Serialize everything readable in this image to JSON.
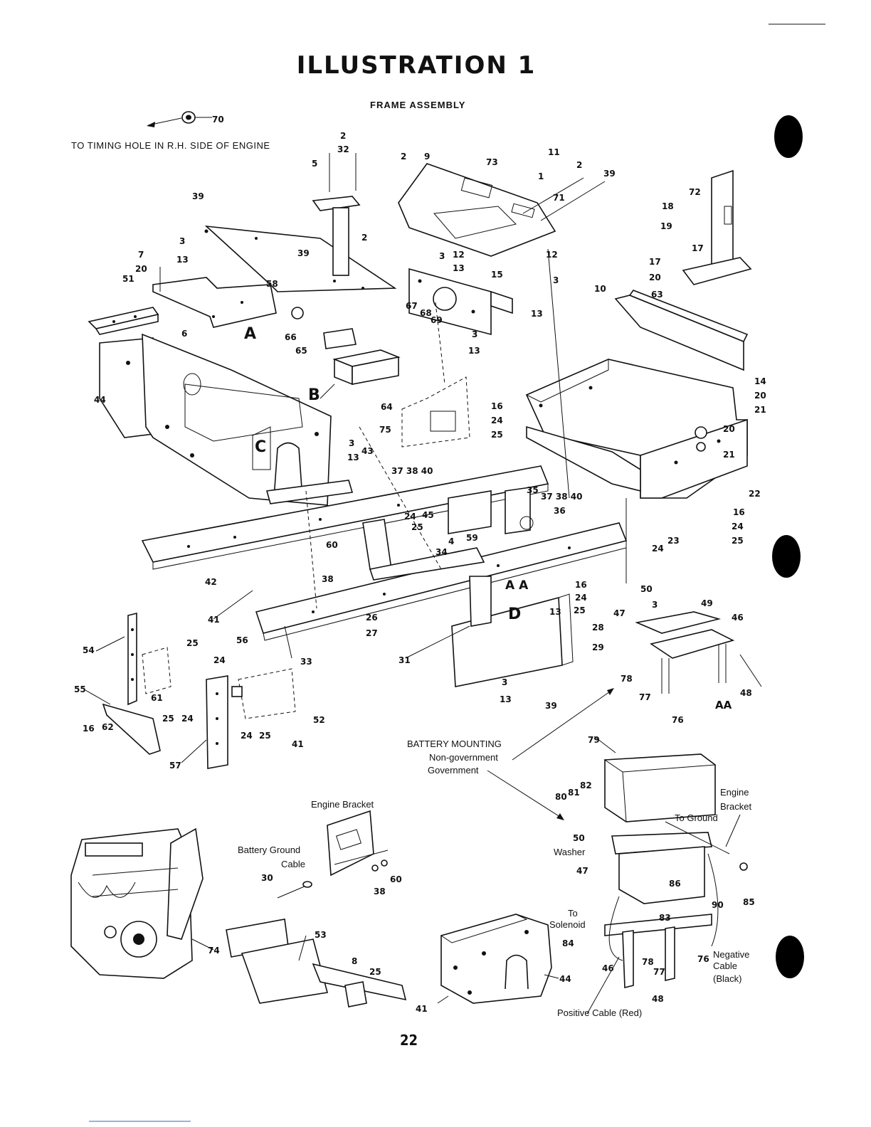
{
  "header": {
    "title": "ILLUSTRATION  1",
    "subtitle": "FRAME ASSEMBLY"
  },
  "notes": {
    "timing_hole": "TO TIMING HOLE IN R.H. SIDE OF ENGINE",
    "battery_mounting": "BATTERY MOUNTING",
    "non_government": "Non-government",
    "government": "Government",
    "engine_bracket_left": "Engine Bracket",
    "battery_ground_cable_1": "Battery Ground",
    "battery_ground_cable_2": "Cable",
    "engine_bracket_right_1": "Engine",
    "engine_bracket_right_2": "Bracket",
    "to_ground": "To Ground",
    "washer": "Washer",
    "to_solenoid_1": "To",
    "to_solenoid_2": "Solenoid",
    "negative_cable_1": "Negative",
    "negative_cable_2": "Cable",
    "negative_cable_3": "(Black)",
    "positive_cable": "Positive Cable (Red)"
  },
  "page_number": "22",
  "callouts": [
    "70",
    "2",
    "32",
    "5",
    "39",
    "3",
    "13",
    "7",
    "20",
    "51",
    "58",
    "2",
    "39",
    "6",
    "A",
    "66",
    "65",
    "2",
    "9",
    "73",
    "11",
    "1",
    "2",
    "39",
    "71",
    "3",
    "12",
    "13",
    "15",
    "12",
    "3",
    "13",
    "67",
    "68",
    "69",
    "3",
    "13",
    "72",
    "18",
    "19",
    "17",
    "17",
    "20",
    "63",
    "10",
    "44",
    "B",
    "C",
    "3",
    "13",
    "43",
    "64",
    "75",
    "16",
    "24",
    "25",
    "14",
    "20",
    "21",
    "20",
    "21",
    "37 38 40",
    "35",
    "37 38 40",
    "36",
    "24",
    "25",
    "45",
    "4",
    "59",
    "34",
    "22",
    "16",
    "24",
    "25",
    "24",
    "23",
    "60",
    "38",
    "42",
    "A A",
    "16",
    "24",
    "25",
    "13",
    "D",
    "26",
    "27",
    "41",
    "33",
    "31",
    "28",
    "29",
    "50",
    "3",
    "49",
    "47",
    "46",
    "54",
    "25",
    "24",
    "56",
    "55",
    "61",
    "25",
    "24",
    "16",
    "62",
    "57",
    "24",
    "25",
    "52",
    "41",
    "3",
    "13",
    "39",
    "78",
    "77",
    "48",
    "AA",
    "76",
    "79",
    "80",
    "81",
    "82",
    "50",
    "47",
    "86",
    "90",
    "85",
    "83",
    "84",
    "46",
    "78",
    "77",
    "76",
    "48",
    "30",
    "38",
    "60",
    "74",
    "53",
    "8",
    "25",
    "41",
    "44"
  ]
}
